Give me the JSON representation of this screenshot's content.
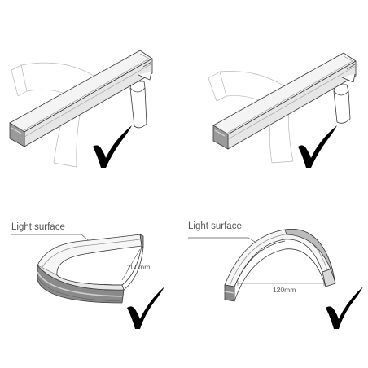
{
  "diagram": {
    "panels": [
      {
        "id": "twist-bend-1",
        "status": "allowed"
      },
      {
        "id": "twist-bend-2",
        "status": "allowed"
      },
      {
        "id": "side-bend",
        "status": "allowed",
        "label": "Light surface",
        "dimension": "200mm"
      },
      {
        "id": "top-bend",
        "status": "allowed",
        "label": "Light surface",
        "dimension": "120mm"
      }
    ],
    "colors": {
      "stroke": "#3a3a3a",
      "faint": "#b8b8b8",
      "body_fill": "#f4f4f4",
      "strip_fill": "#d9d9d9",
      "dark_fill": "#7a7a7a",
      "check": "#000000"
    },
    "icons": [
      "check-mark-icon"
    ]
  }
}
